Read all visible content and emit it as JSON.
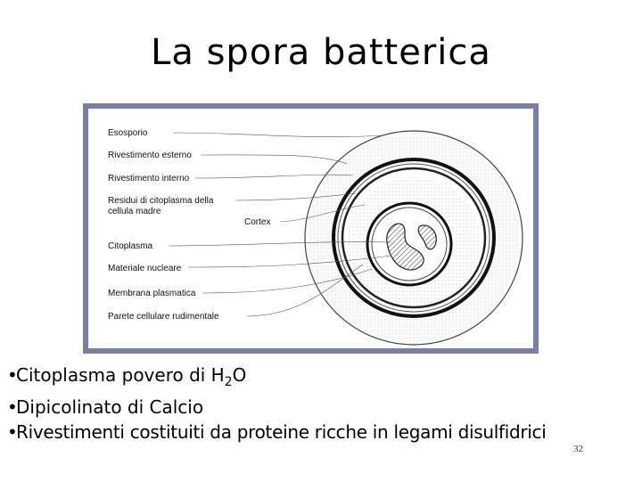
{
  "slide": {
    "title": "La spora batterica",
    "page_number": "32"
  },
  "figure": {
    "labels": [
      {
        "key": "esosporio",
        "lines": [
          "Esosporio"
        ]
      },
      {
        "key": "rivestimento-esterno",
        "lines": [
          "Rivestimento esterno"
        ]
      },
      {
        "key": "rivestimento-interno",
        "lines": [
          "Rivestimento interno"
        ]
      },
      {
        "key": "residui-citoplasma",
        "lines": [
          "Residui di citoplasma della",
          "cellula madre"
        ]
      },
      {
        "key": "cortex",
        "lines": [
          "Cortex"
        ]
      },
      {
        "key": "citoplasma",
        "lines": [
          "Citoplasma"
        ]
      },
      {
        "key": "materiale-nucleare",
        "lines": [
          "Materiale nucleare"
        ]
      },
      {
        "key": "membrana-plasmatica",
        "lines": [
          "Membrana plasmatica"
        ]
      },
      {
        "key": "parete-cellulare",
        "lines": [
          "Parete cellulare rudimentale"
        ]
      }
    ],
    "frame_color": "#7b7fa6"
  },
  "bullets": {
    "marker": "•",
    "item1_prefix": "Citoplasma povero di H",
    "item1_sub": "2",
    "item1_suffix": "O",
    "item2": "Dipicolinato di Calcio",
    "item3": "Rivestimenti costituiti da proteine ricche in legami disulfidrici"
  }
}
